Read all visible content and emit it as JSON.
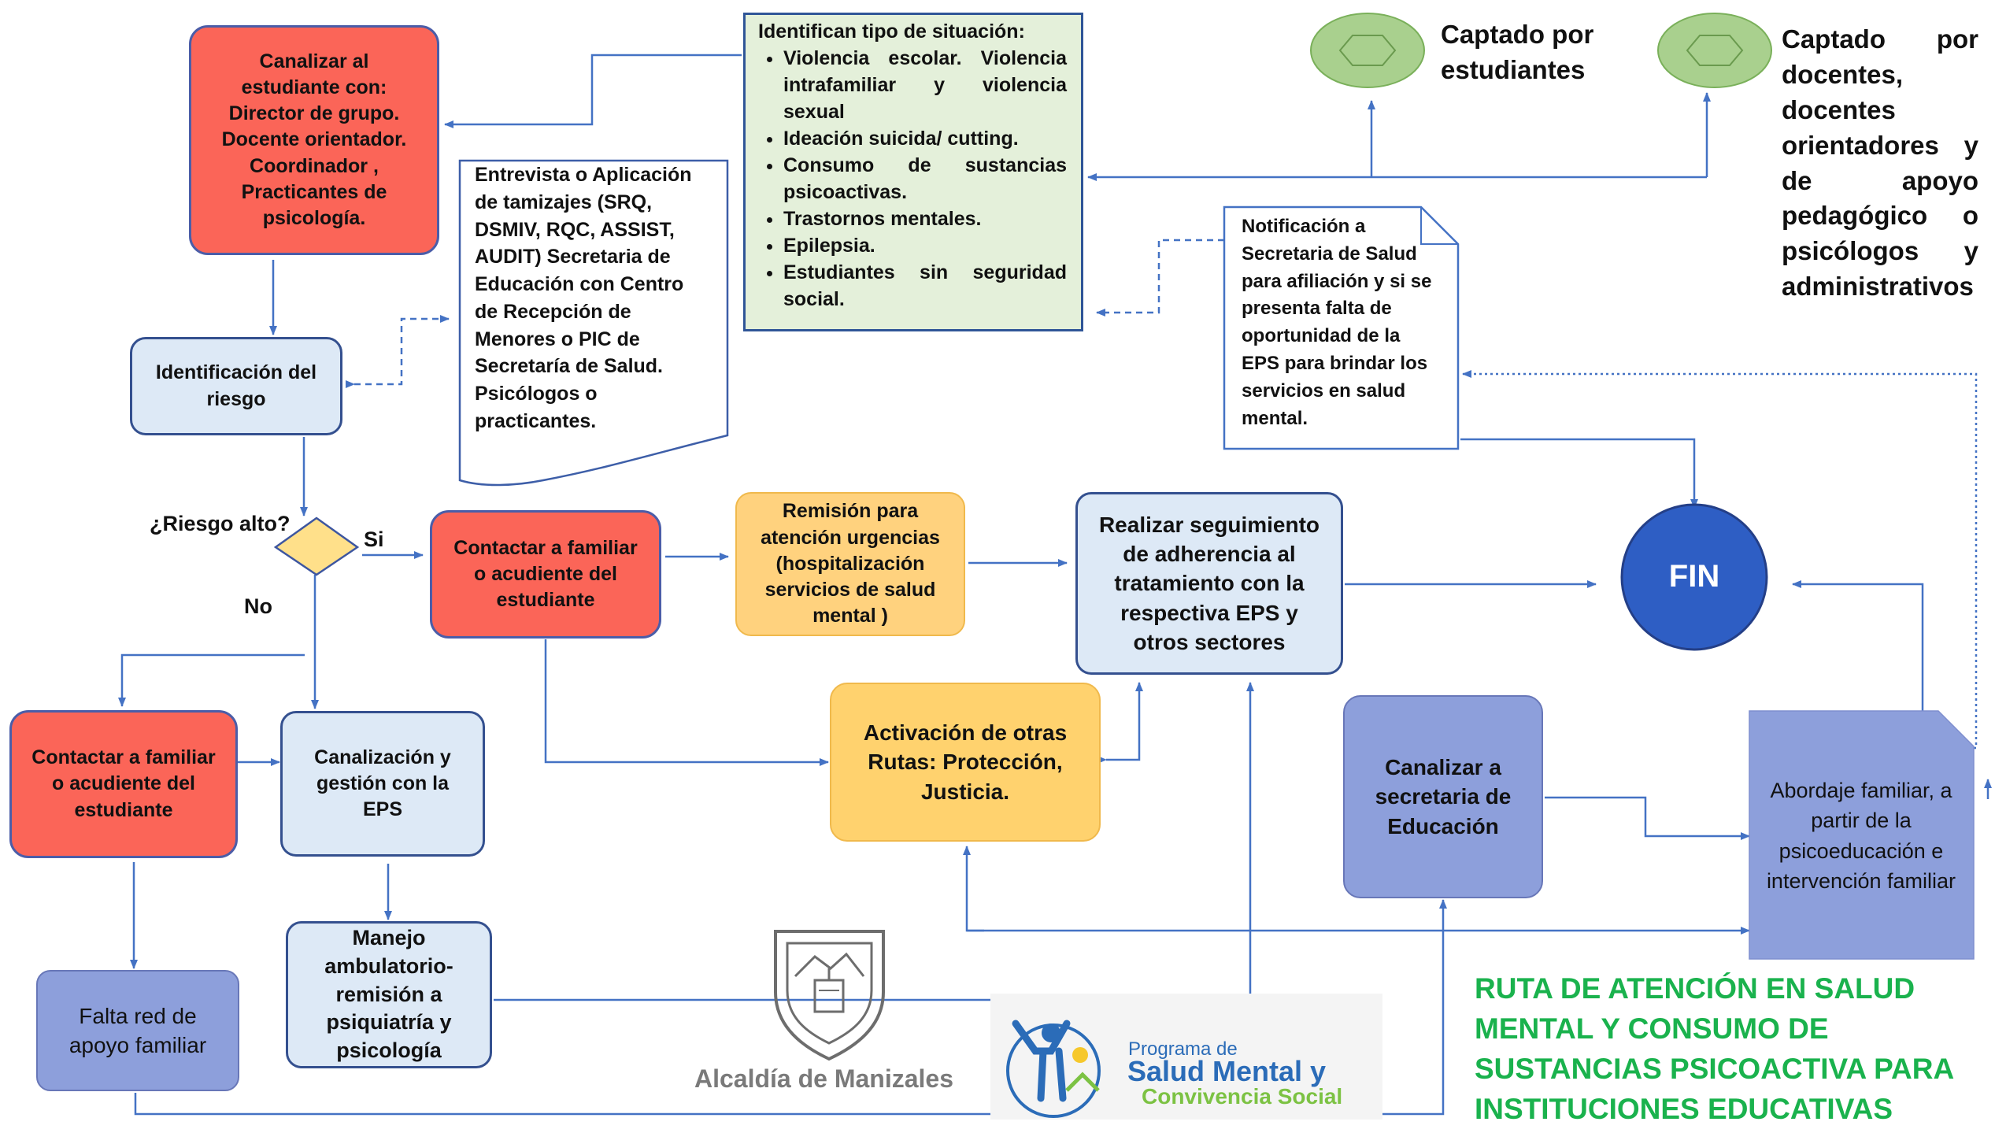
{
  "title": "RUTA  DE ATENCIÓN EN SALUD MENTAL  Y CONSUMO DE SUSTANCIAS PSICOACTIVA  PARA INSTITUCIONES EDUCATIVAS",
  "title_color": "#1ab24d",
  "nodes": {
    "canalizar": "Canalizar al estudiante con: Director de grupo. Docente orientador. Coordinador , Practicantes de psicología.",
    "identificacion": "Identificación del riesgo",
    "riesgo_question": "¿Riesgo alto?",
    "si_label": "Si",
    "no_label": "No",
    "entrevista": "Entrevista o Aplicación de tamizajes (SRQ, DSMIV, RQC, ASSIST, AUDIT) Secretaria de Educación con  Centro de Recepción de Menores o PIC de Secretaría de Salud. Psicólogos o practicantes.",
    "situacion_heading": "Identifican tipo de situación:",
    "situacion_items": [
      "Violencia escolar. Violencia intrafamiliar y violencia sexual",
      "Ideación suicida/ cutting.",
      "Consumo de sustancias psicoactivas.",
      "Trastornos mentales.",
      "Epilepsia.",
      "Estudiantes sin seguridad social."
    ],
    "captado_estudiantes": "Captado por estudiantes",
    "captado_docentes": "Captado por docentes, docentes orientadores y de apoyo pedagógico o psicólogos y administrativos",
    "notificacion": "Notificación a Secretaria de Salud para afiliación  y si se presenta falta de oportunidad de la EPS para brindar los servicios en salud mental.",
    "contactar_1": "Contactar a familiar o acudiente del estudiante",
    "remision": "Remisión para atención urgencias (hospitalización servicios de salud mental )",
    "seguimiento": "Realizar seguimiento de adherencia al tratamiento con la respectiva EPS y otros sectores",
    "fin": "FIN",
    "contactar_2": "Contactar a familiar o acudiente del estudiante",
    "canalizacion_eps": "Canalización y gestión con la EPS",
    "activacion": "Activación de otras Rutas: Protección, Justicia.",
    "canalizar_educacion": "Canalizar a secretaria de Educación",
    "abordaje": "Abordaje familiar,  a partir de la psicoeducación e intervención familiar",
    "falta_red": "Falta red de apoyo familiar",
    "manejo": "Manejo ambulatorio-remisión a psiquiatría y psicología"
  },
  "logos": {
    "alcaldia_text": "Alcaldía de Manizales",
    "programa_small": "Programa de",
    "programa_big1": "Salud Mental y",
    "programa_big2": "Convivencia Social"
  },
  "colors": {
    "arrow": "#4472c4",
    "red": "#fb6558",
    "light_blue": "#dde9f6",
    "yellow": "#ffd27e",
    "purple": "#8d9fdb",
    "green_note": "#e4f0da",
    "fin": "#2e5ec4",
    "diamond": "#ffe08a"
  }
}
